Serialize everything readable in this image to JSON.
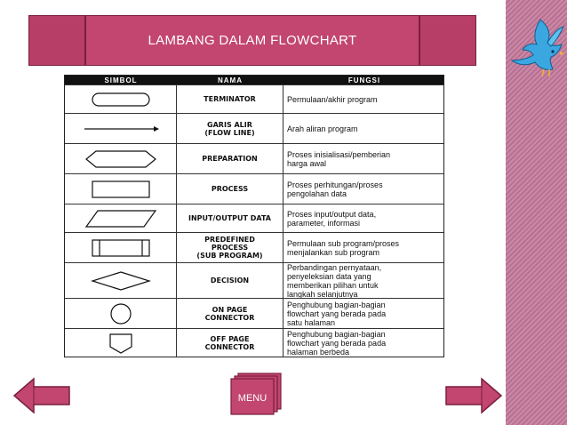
{
  "banner": {
    "title": "LAMBANG DALAM FLOWCHART"
  },
  "table": {
    "headers": [
      "SIMBOL",
      "NAMA",
      "FUNGSI"
    ],
    "rows": [
      {
        "symbol": "terminator-icon",
        "name": "TERMINATOR",
        "fungsi": "Permulaan/akhir program"
      },
      {
        "symbol": "flow-line-icon",
        "name": "GARIS ALIR\n(FLOW LINE)",
        "fungsi": "Arah aliran program"
      },
      {
        "symbol": "preparation-icon",
        "name": "PREPARATION",
        "fungsi": "Proses inisialisasi/pemberian\nharga awal"
      },
      {
        "symbol": "process-icon",
        "name": "PROCESS",
        "fungsi": "Proses perhitungan/proses\npengolahan data"
      },
      {
        "symbol": "input-output-icon",
        "name": "INPUT/OUTPUT DATA",
        "fungsi": "Proses input/output data,\nparameter, informasi"
      },
      {
        "symbol": "predefined-process-icon",
        "name": "PREDEFINED\nPROCESS\n(SUB PROGRAM)",
        "fungsi": "Permulaan sub program/proses\nmenjalankan sub program"
      },
      {
        "symbol": "decision-icon",
        "name": "DECISION",
        "fungsi": "Perbandingan pernyataan,\npenyeleksian data yang\nmemberikan pilihan untuk\nlangkah selanjutnya"
      },
      {
        "symbol": "on-page-connector-icon",
        "name": "ON PAGE\nCONNECTOR",
        "fungsi": "Penghubung bagian-bagian\nflowchart yang berada pada\nsatu halaman"
      },
      {
        "symbol": "off-page-connector-icon",
        "name": "OFF PAGE\nCONNECTOR",
        "fungsi": "Penghubung bagian-bagian\nflowchart yang berada pada\nhalaman berbeda"
      }
    ]
  },
  "nav": {
    "menu_label": "MENU",
    "prev_icon": "arrow-left-icon",
    "next_icon": "arrow-right-icon"
  },
  "colors": {
    "banner": "#c24670",
    "accent_dark": "#7a1f3f",
    "side_strip": "#c98aa6",
    "bird": "#3aa7e0"
  }
}
